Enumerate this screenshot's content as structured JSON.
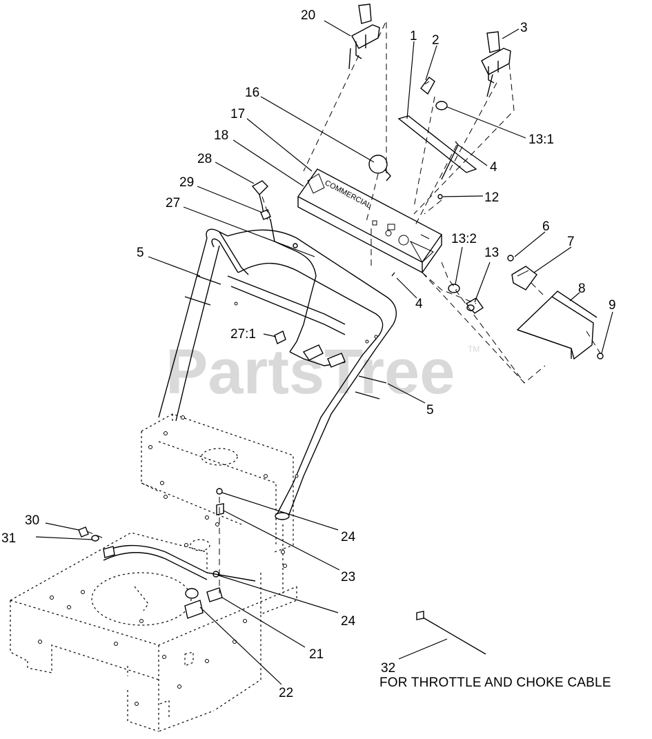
{
  "watermark": {
    "text": "PartsTree",
    "tm": "TM"
  },
  "note": "FOR THROTTLE AND CHOKE CABLE",
  "callouts": [
    "20",
    "3",
    "1",
    "2",
    "16",
    "13:1",
    "17",
    "4",
    "18",
    "28",
    "12",
    "29",
    "27",
    "6",
    "7",
    "13:2",
    "13",
    "5",
    "8",
    "9",
    "4",
    "27:1",
    "5",
    "30",
    "24",
    "31",
    "23",
    "24",
    "21",
    "22",
    "32"
  ]
}
